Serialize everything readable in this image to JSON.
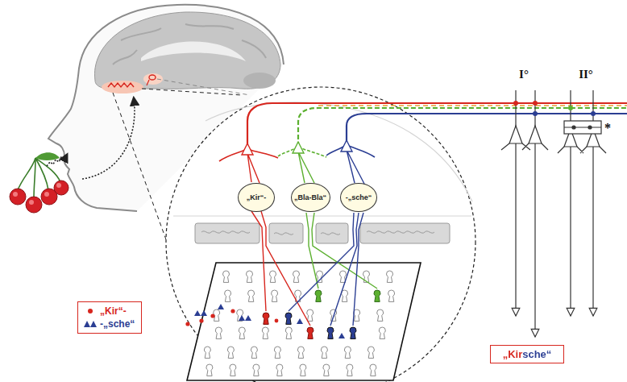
{
  "diagram": {
    "nodes": [
      {
        "text": [
          "„Kir“-"
        ]
      },
      {
        "text": [
          "„Bla-Bla“"
        ]
      },
      {
        "text": [
          "-„sche“"
        ]
      },
      {
        "text": [
          "„Kirsche“"
        ]
      }
    ],
    "labels": [
      "I°",
      "II°",
      "*"
    ],
    "legend": [
      {
        "text": "„Kir“-"
      },
      {
        "text": "-„sche“"
      }
    ]
  }
}
